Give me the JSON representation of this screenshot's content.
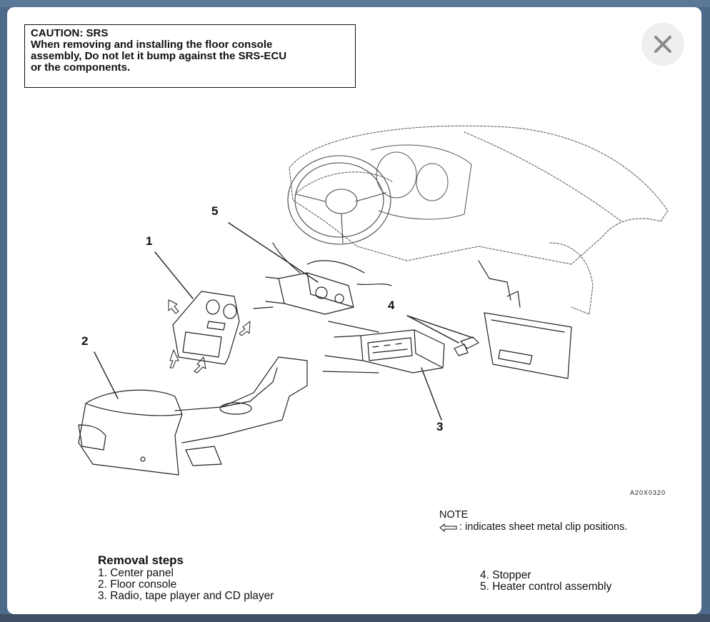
{
  "caution": {
    "title": "CAUTION: SRS",
    "lines": [
      "When removing and installing the floor console",
      "assembly, Do not let it bump against the SRS-ECU",
      "or the components."
    ]
  },
  "close_button": {
    "icon": "close-icon",
    "bg": "#efefef",
    "color": "#8a8a8a"
  },
  "callouts": [
    "1",
    "2",
    "3",
    "4",
    "5"
  ],
  "figure_code": "A20X0320",
  "note": {
    "title": "NOTE",
    "text": ": indicates sheet metal clip positions.",
    "icon": "clip-arrow-icon"
  },
  "removal_steps": {
    "title": "Removal steps",
    "left": [
      "1. Center panel",
      "2. Floor console",
      "3. Radio, tape player and CD player"
    ],
    "right": [
      "4. Stopper",
      "5. Heater control assembly"
    ]
  },
  "colors": {
    "backdrop": "#4e6a8a",
    "modal": "#ffffff",
    "ink": "#111111"
  }
}
